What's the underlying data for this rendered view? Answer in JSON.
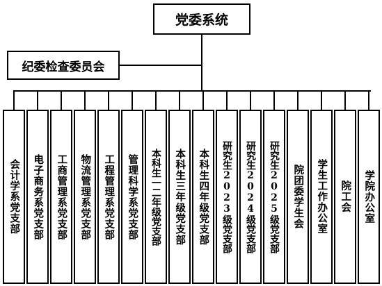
{
  "root": {
    "label": "党委系统"
  },
  "side": {
    "label": "纪委检查委员会"
  },
  "branches": [
    {
      "label": "会计学系党支部"
    },
    {
      "label": "电子商务系党支部"
    },
    {
      "label": "工商管理系党支部"
    },
    {
      "label": "物流管理系党支部"
    },
    {
      "label": "工程管理系党支部"
    },
    {
      "label": "管理科学系党支部"
    },
    {
      "label": "本科生一二年级党支部"
    },
    {
      "label": "本科生三年级党支部"
    },
    {
      "label": "本科生四年级党支部"
    },
    {
      "label": "研究生2023级党支部"
    },
    {
      "label": "研究生2024级党支部"
    },
    {
      "label": "研究生2025级党支部"
    },
    {
      "label": "院团委学生会"
    },
    {
      "label": "学生工作办公室"
    },
    {
      "label": "院工会"
    },
    {
      "label": "学院办公室"
    }
  ]
}
